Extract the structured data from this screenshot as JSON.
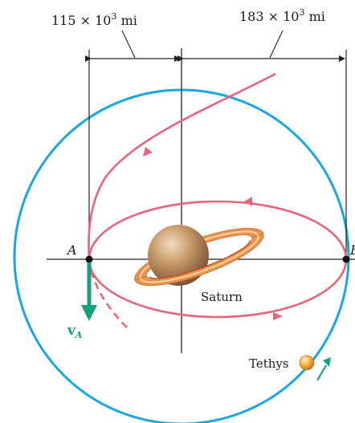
{
  "dimensions": {
    "left": {
      "base": "115 × 10",
      "exp": "3",
      "unit": " mi"
    },
    "right": {
      "base": "183 × 10",
      "exp": "3",
      "unit": " mi"
    }
  },
  "points": {
    "a": "A",
    "b": "B"
  },
  "bodies": {
    "saturn": "Saturn",
    "tethys": "Tethys"
  },
  "velocity": {
    "symbol": "v",
    "subscript": "A"
  },
  "colors": {
    "orbit_circle": "#1aa7e0",
    "trajectory": "#e8647a",
    "velocity_arrow": "#17a07b",
    "planet": "#c89a6a",
    "ring": "#e8944a",
    "moon": "#f4a93a",
    "lines": "#222222"
  }
}
